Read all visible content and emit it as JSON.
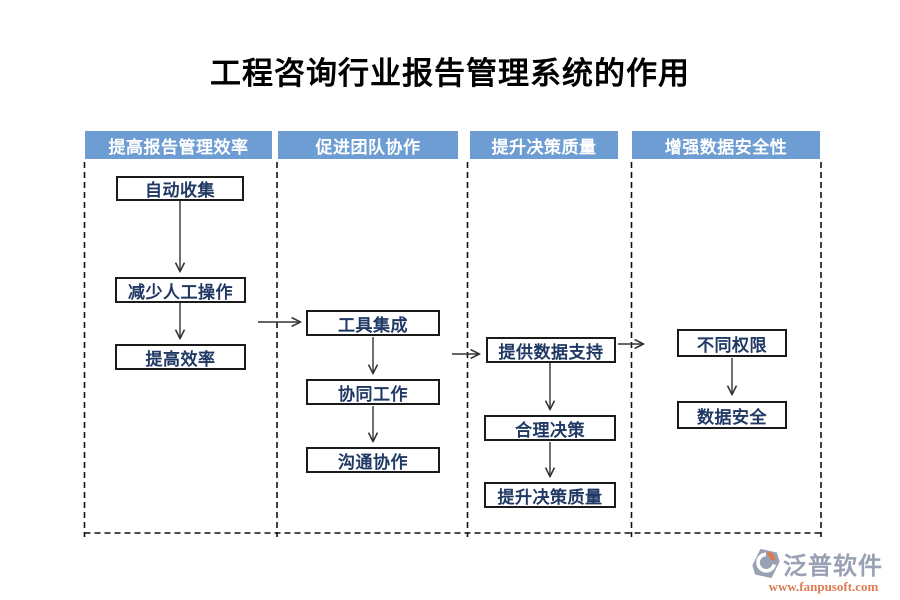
{
  "title": "工程咨询行业报告管理系统的作用",
  "lanes": [
    {
      "header": "提高报告管理效率",
      "nodes": [
        {
          "label": "自动收集"
        },
        {
          "label": "减少人工操作"
        },
        {
          "label": "提高效率"
        }
      ]
    },
    {
      "header": "促进团队协作",
      "nodes": [
        {
          "label": "工具集成"
        },
        {
          "label": "协同工作"
        },
        {
          "label": "沟通协作"
        }
      ]
    },
    {
      "header": "提升决策质量",
      "nodes": [
        {
          "label": "提供数据支持"
        },
        {
          "label": "合理决策"
        },
        {
          "label": "提升决策质量"
        }
      ]
    },
    {
      "header": "增强数据安全性",
      "nodes": [
        {
          "label": "不同权限"
        },
        {
          "label": "数据安全"
        }
      ]
    }
  ],
  "logo": {
    "name": "泛普软件",
    "url": "www.fanpusoft.com"
  },
  "colors": {
    "header_bg": "#6D9DD2",
    "header_text": "#FFFFFF",
    "node_text": "#1F3864",
    "node_border": "#1A1A1A",
    "arrow": "#333333",
    "lane_dash": "#111111",
    "logo_gray": "#99A1B4",
    "logo_orange": "#DE7C53"
  }
}
